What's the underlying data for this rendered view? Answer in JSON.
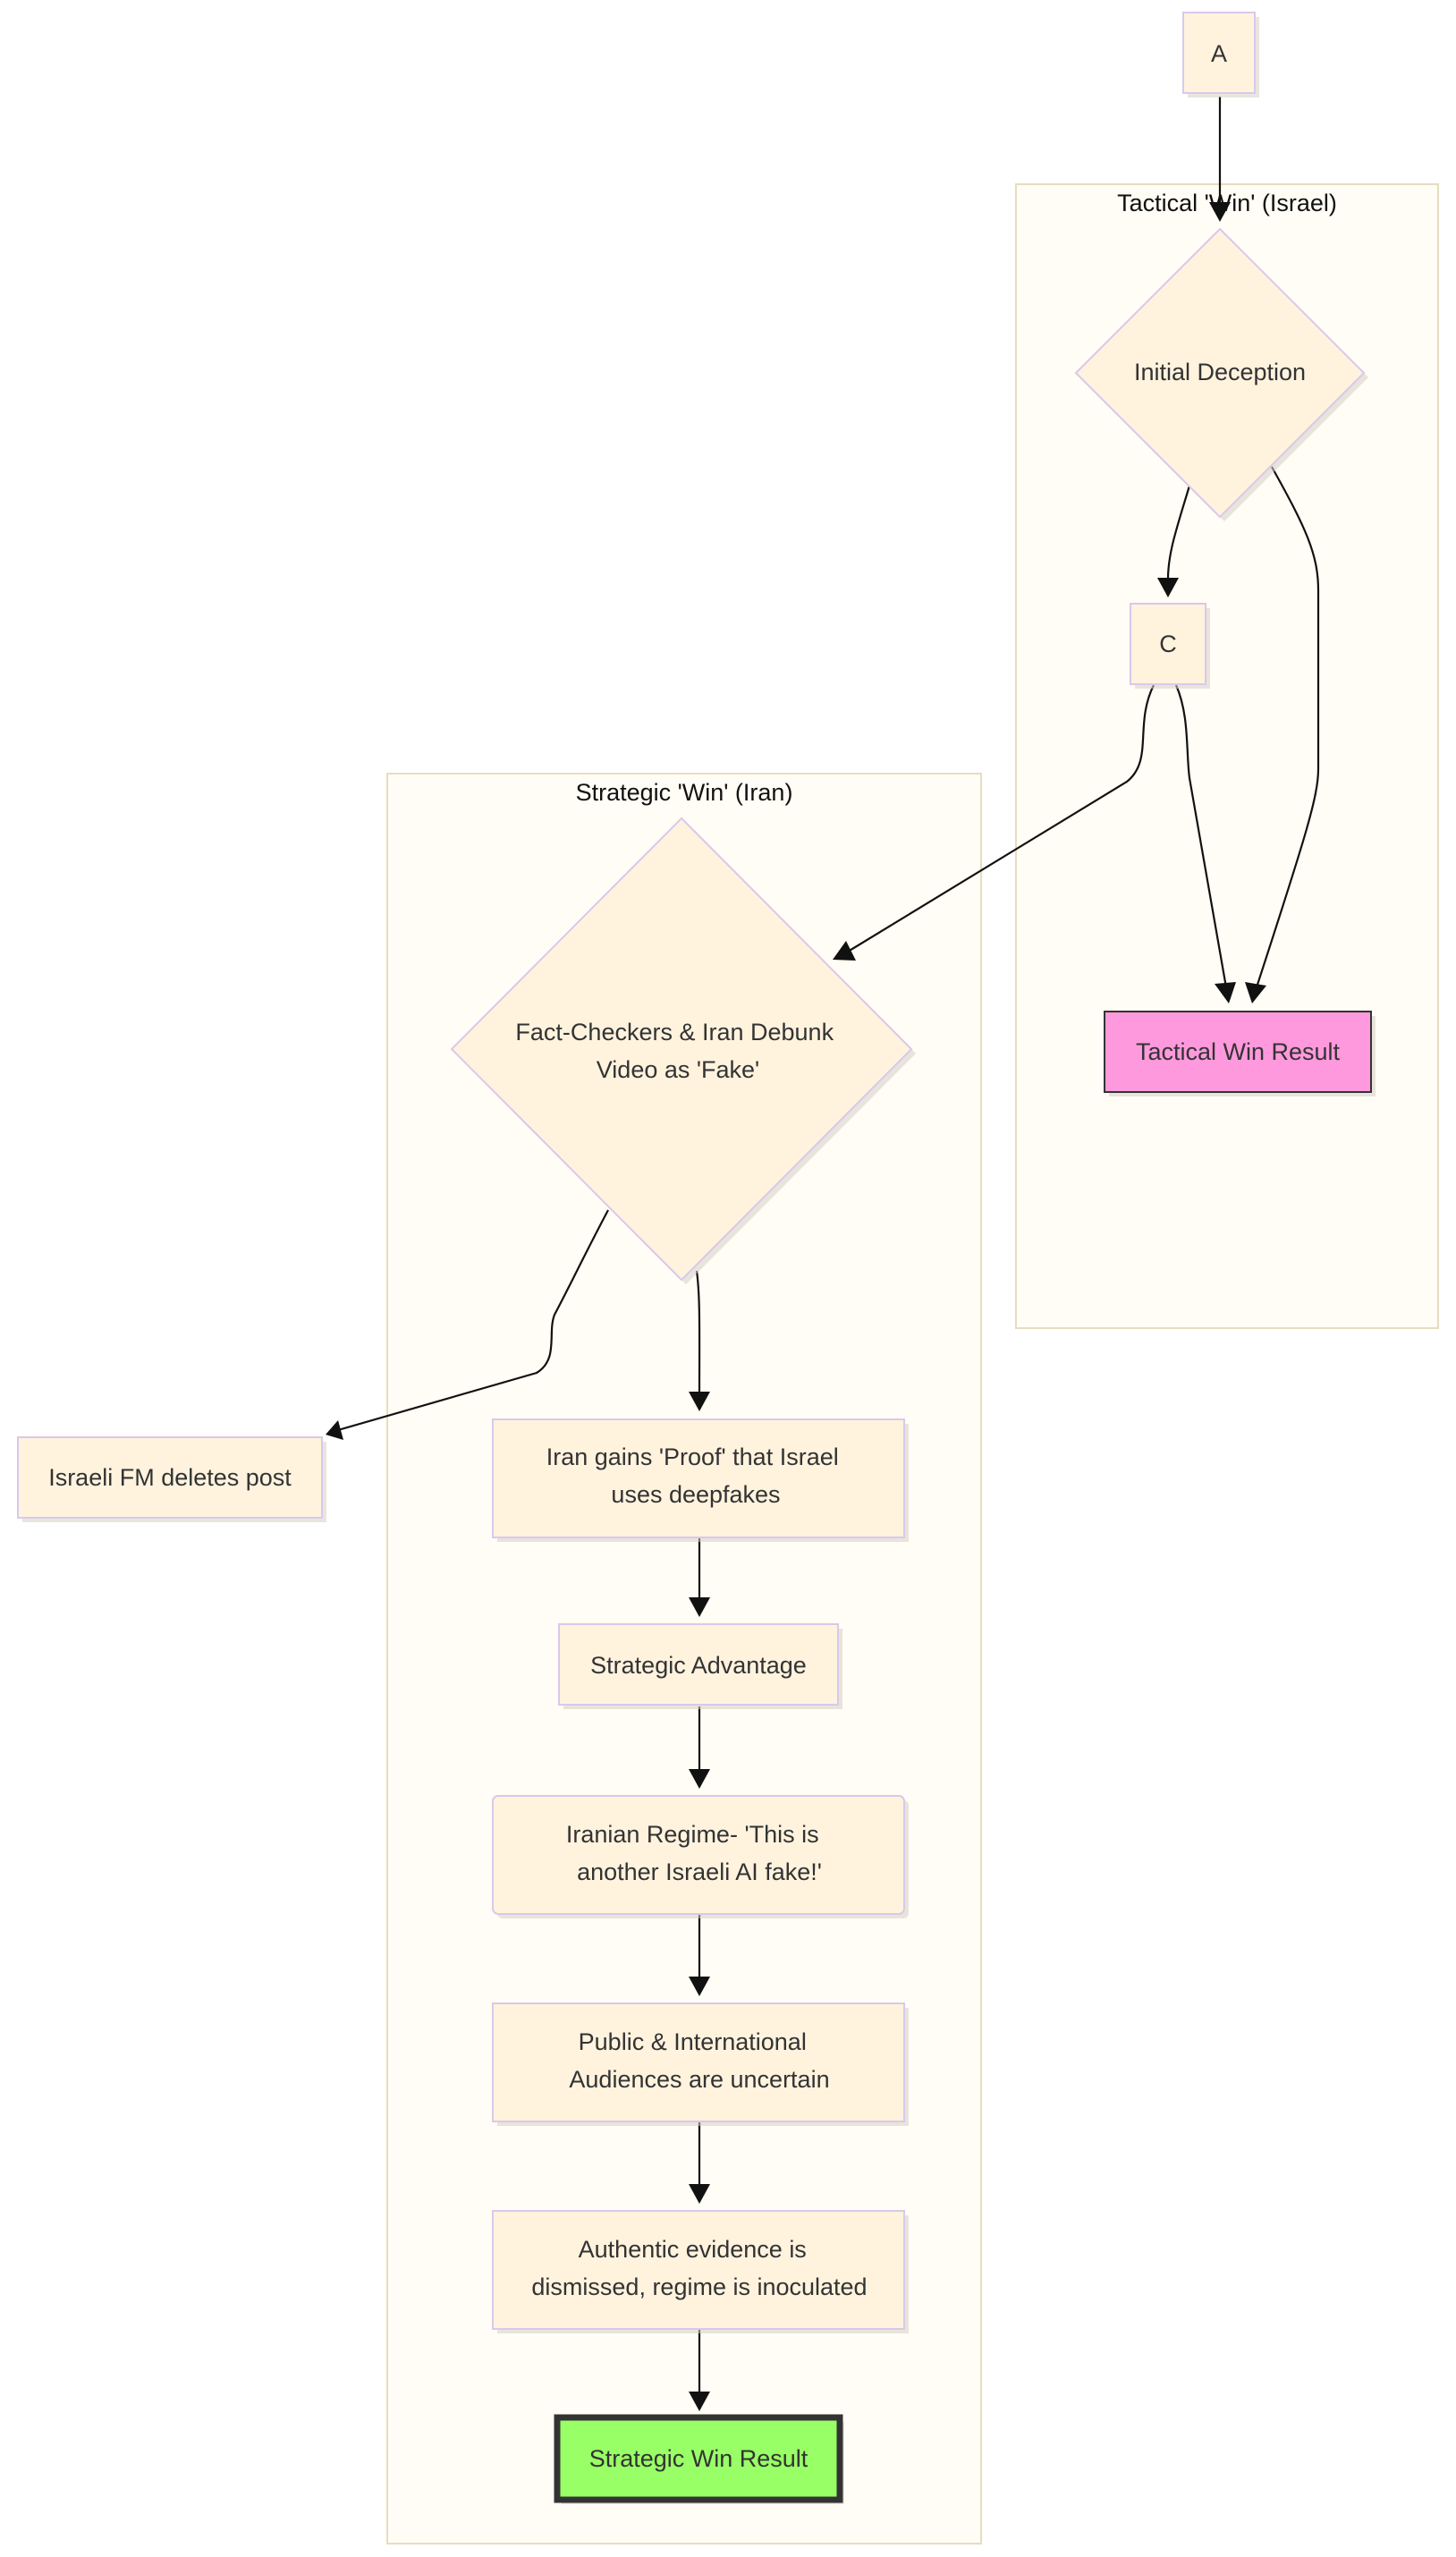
{
  "clusters": {
    "tactical": {
      "title": "Tactical 'Win' (Israel)"
    },
    "strategic": {
      "title": "Strategic 'Win' (Iran)"
    }
  },
  "nodes": {
    "a": {
      "label": "A"
    },
    "initial_deception": {
      "label": "Initial Deception"
    },
    "c": {
      "label": "C"
    },
    "tactical_win_result": {
      "label": "Tactical Win Result",
      "fill": "#ff99dd"
    },
    "fact_checkers": {
      "label_lines": [
        "Fact-Checkers & Iran Debunk",
        "Video as 'Fake'"
      ]
    },
    "israeli_fm": {
      "label": "Israeli FM deletes post"
    },
    "iran_gains": {
      "label_lines": [
        "Iran gains 'Proof' that Israel",
        "uses deepfakes"
      ]
    },
    "strategic_advantage": {
      "label": "Strategic Advantage"
    },
    "iranian_regime": {
      "label_lines": [
        "Iranian Regime- 'This is",
        "another Israeli AI fake!'"
      ]
    },
    "public_audiences": {
      "label_lines": [
        "Public & International",
        "Audiences are uncertain"
      ]
    },
    "authentic_evidence": {
      "label_lines": [
        "Authentic evidence is",
        "dismissed, regime is inoculated"
      ]
    },
    "strategic_win_result": {
      "label": "Strategic Win Result",
      "fill": "#99ff66"
    }
  },
  "colors": {
    "node_fill": "#fff3de",
    "node_border": "#d9c8ec",
    "cluster_fill": "#fffdf5",
    "edge": "#111111",
    "tactical_result": "#ff99dd",
    "strategic_result": "#99ff66",
    "strategic_result_border": "#333333"
  }
}
